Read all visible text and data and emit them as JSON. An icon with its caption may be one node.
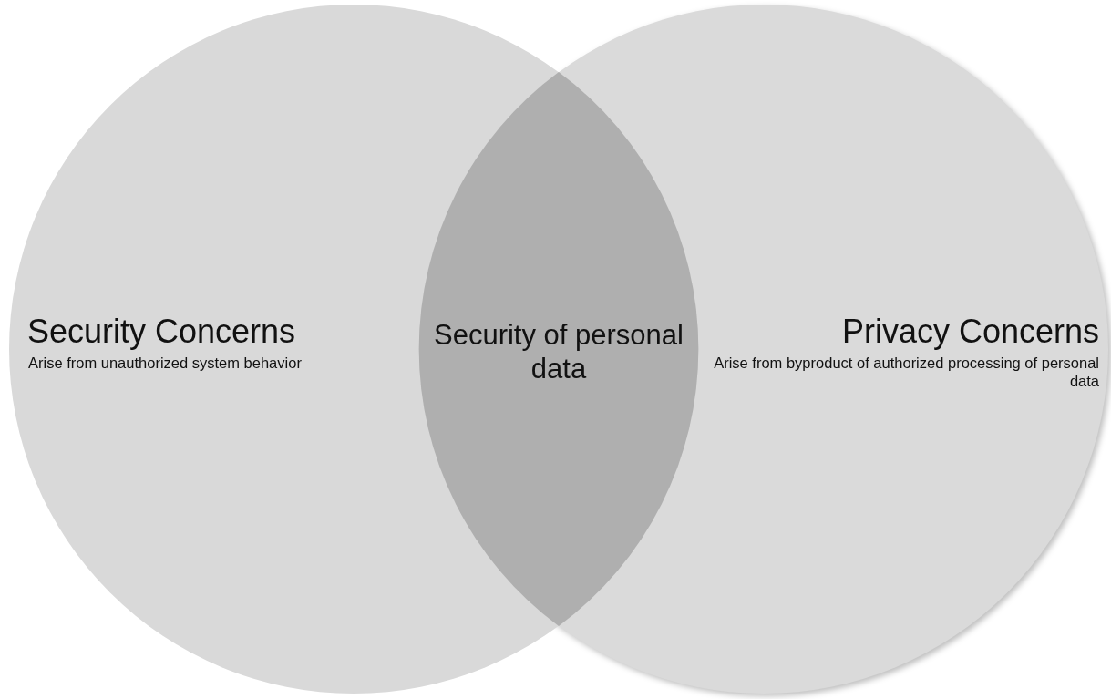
{
  "diagram": {
    "nodes": [
      {
        "text": [
          "Security Concerns",
          "Arise from unauthorized system behavior"
        ]
      },
      {
        "text": [
          "Privacy Concerns",
          "Arise from byproduct of authorized processing of personal data"
        ]
      },
      {
        "text": [
          "Security of personal data"
        ]
      }
    ]
  }
}
